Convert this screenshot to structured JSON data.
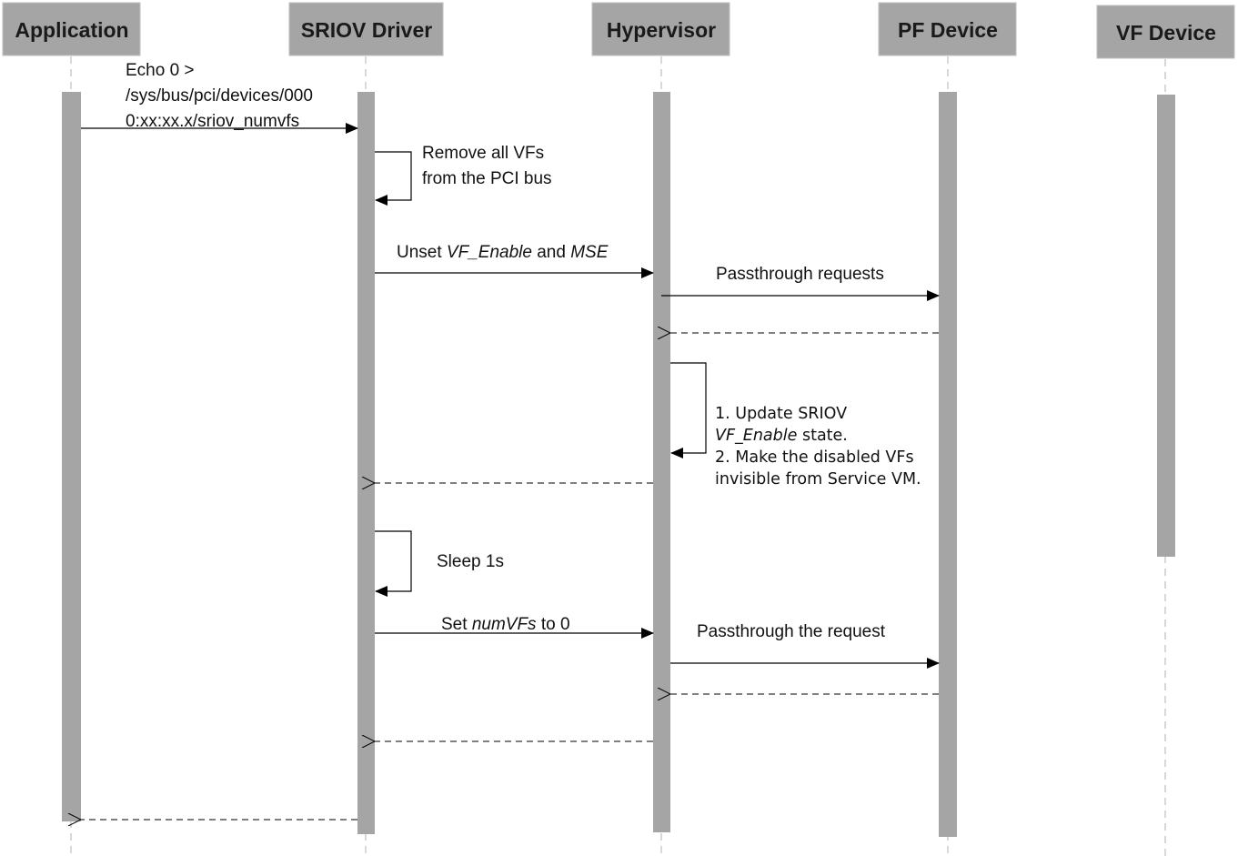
{
  "participants": [
    {
      "name": "Application"
    },
    {
      "name": "SRIOV Driver"
    },
    {
      "name": "Hypervisor"
    },
    {
      "name": "PF Device"
    },
    {
      "name": "VF Device"
    }
  ],
  "messages": {
    "echo": {
      "lines": [
        "Echo 0 >",
        "/sys/bus/pci/devices/000",
        "0:xx:xx.x/sriov_numvfs"
      ]
    },
    "remove_vfs": {
      "lines": [
        "Remove all VFs",
        "from the PCI bus"
      ]
    },
    "unset": {
      "pre": "Unset ",
      "it1": "VF_Enable",
      "mid": " and ",
      "it2": "MSE"
    },
    "passthrough_requests": "Passthrough requests",
    "update": {
      "line1": "1. Update SRIOV",
      "line2_it": "VF_Enable",
      "line2_rest": " state.",
      "line3": "2. Make the disabled VFs",
      "line4": "invisible from Service VM."
    },
    "sleep": "Sleep 1s",
    "set": {
      "pre": "Set ",
      "it": "numVFs",
      "post": " to 0"
    },
    "passthrough_request": "Passthrough the request"
  }
}
